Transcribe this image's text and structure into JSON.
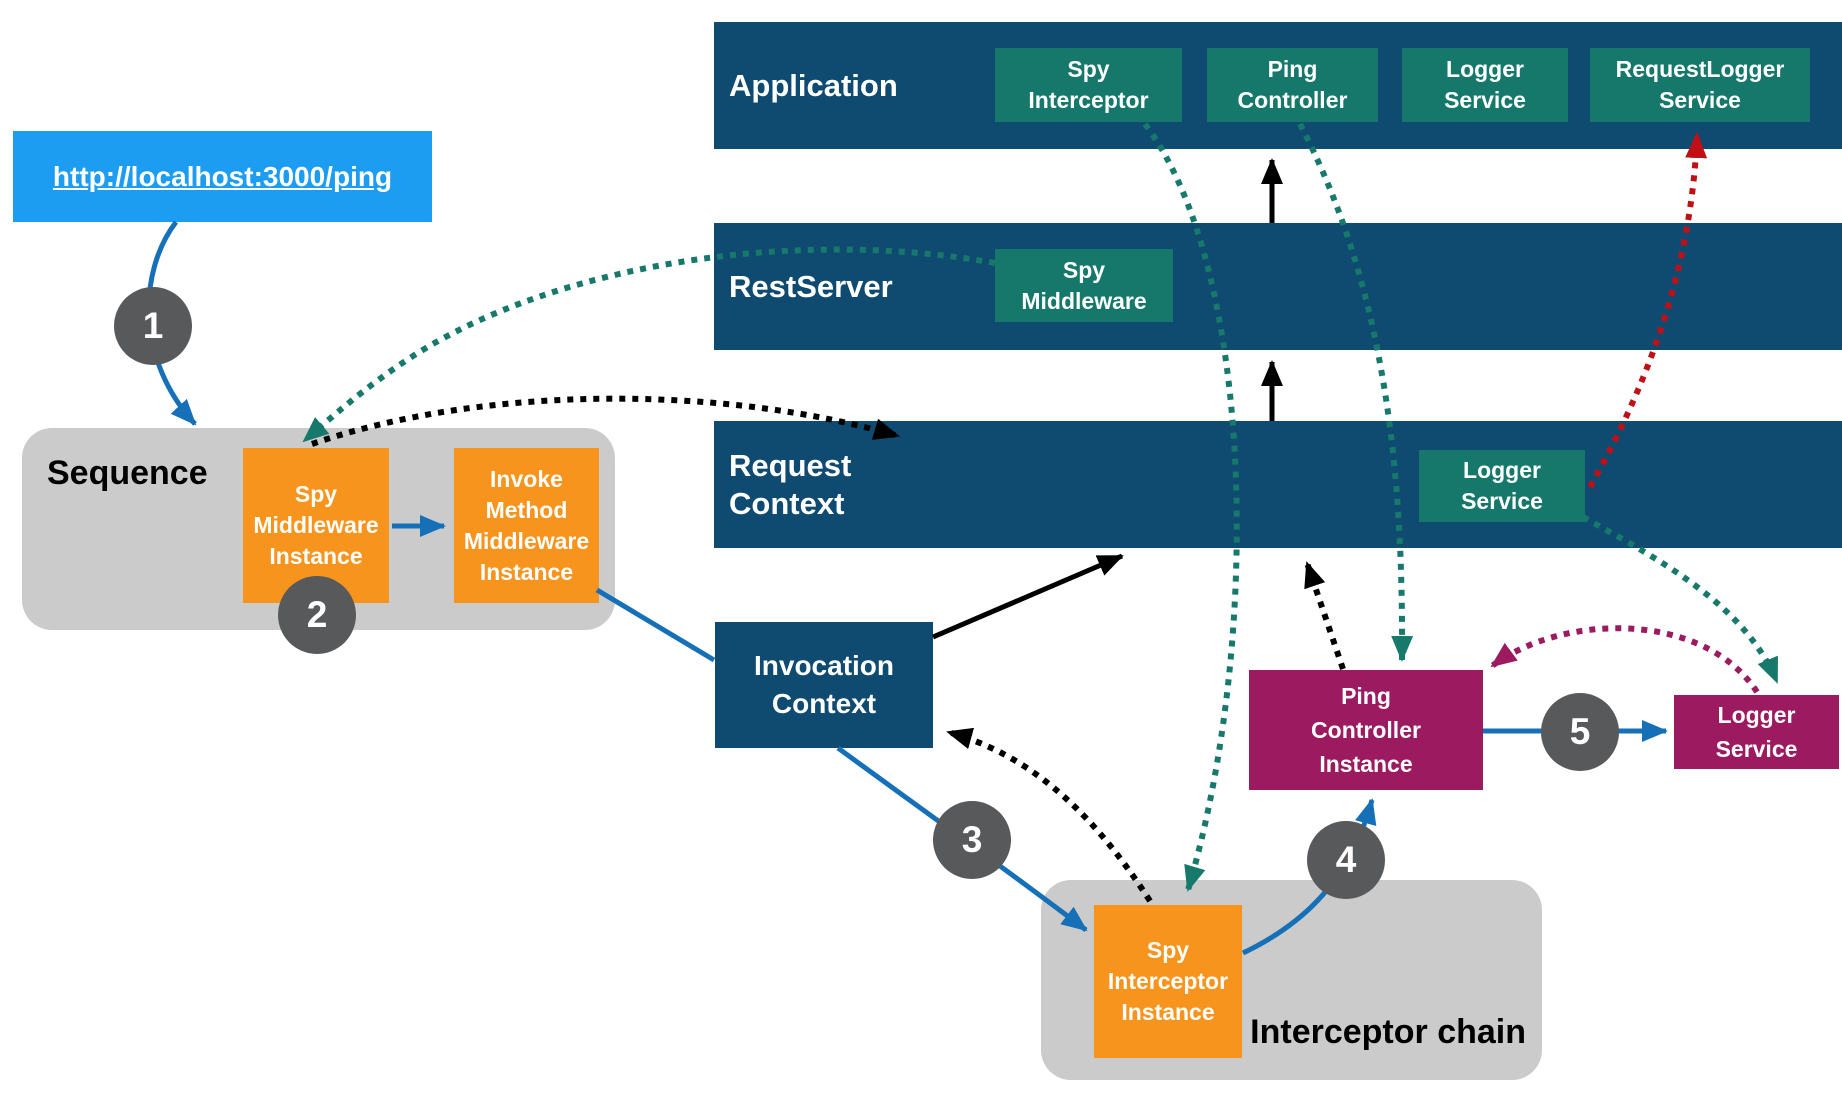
{
  "request": {
    "url": "http://localhost:3000/ping"
  },
  "bars": {
    "application": "Application",
    "rest_server": "RestServer",
    "request_context": "Request\nContext"
  },
  "bindings": {
    "spy_interceptor": "Spy\nInterceptor",
    "ping_controller": "Ping\nController",
    "logger_service": "Logger\nService",
    "request_logger_service": "RequestLogger\nService",
    "spy_middleware": "Spy\nMiddleware",
    "logger_service_ctx": "Logger\nService"
  },
  "groups": {
    "sequence": "Sequence",
    "interceptor_chain": "Interceptor chain"
  },
  "instances": {
    "spy_middleware_instance": "Spy\nMiddleware\nInstance",
    "invoke_method_middleware_instance": "Invoke\nMethod\nMiddleware\nInstance",
    "invocation_context": "Invocation\nContext",
    "spy_interceptor_instance": "Spy\nInterceptor\nInstance",
    "ping_controller_instance": "Ping\nController\nInstance",
    "logger_service_instance": "Logger\nService"
  },
  "steps": {
    "s1": "1",
    "s2": "2",
    "s3": "3",
    "s4": "4",
    "s5": "5"
  },
  "colors": {
    "navy": "#0F4A70",
    "teal": "#16786B",
    "teal_line": "#17796C",
    "orange": "#F7941E",
    "magenta": "#9C1B60",
    "link_blue": "#1C9DF1",
    "arrow_blue": "#1670B8",
    "red": "#C01015",
    "container_gray": "#CBCBCB",
    "step_gray": "#58595B"
  }
}
